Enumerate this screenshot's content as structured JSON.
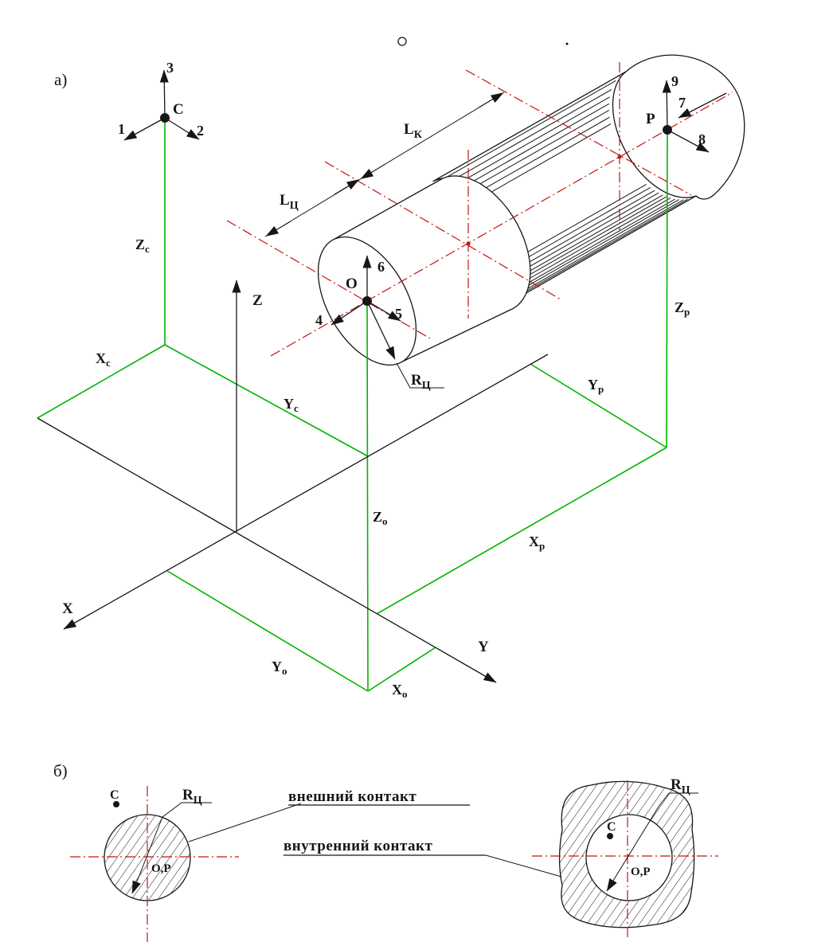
{
  "colors": {
    "construction_green": "#00b400",
    "centerline_red": "#c41414",
    "ink": "#161616",
    "background": "#ffffff"
  },
  "part_a": {
    "label": "а)",
    "world_axes": {
      "x": "X",
      "y": "Y",
      "z": "Z"
    },
    "frame_c": {
      "point": "C",
      "axis1": "1",
      "axis2": "2",
      "axis3": "3",
      "xc": {
        "base": "X",
        "sub": "c"
      },
      "yc": {
        "base": "Y",
        "sub": "c"
      },
      "zc": {
        "base": "Z",
        "sub": "c"
      }
    },
    "frame_o": {
      "point": "O",
      "axis4": "4",
      "axis5": "5",
      "axis6": "6",
      "xo": {
        "base": "X",
        "sub": "o"
      },
      "yo": {
        "base": "Y",
        "sub": "o"
      },
      "zo": {
        "base": "Z",
        "sub": "o"
      }
    },
    "frame_p": {
      "point": "P",
      "axis7": "7",
      "axis8": "8",
      "axis9": "9",
      "xp": {
        "base": "X",
        "sub": "p"
      },
      "yp": {
        "base": "Y",
        "sub": "p"
      },
      "zp": {
        "base": "Z",
        "sub": "p"
      }
    },
    "dimensions": {
      "cylinder_length": {
        "base": "L",
        "sub": "Ц"
      },
      "contact_length": {
        "base": "L",
        "sub": "К"
      },
      "cylinder_radius": {
        "base": "R",
        "sub": "Ц"
      }
    }
  },
  "part_b": {
    "label": "б)",
    "external_contact_label": "внешний контакт",
    "internal_contact_label": "внутренний контакт",
    "left_section": {
      "point_c": "C",
      "center": "O,P",
      "radius": {
        "base": "R",
        "sub": "Ц"
      }
    },
    "right_section": {
      "point_c": "C",
      "center": "O,P",
      "radius": {
        "base": "R",
        "sub": "Ц"
      }
    }
  }
}
